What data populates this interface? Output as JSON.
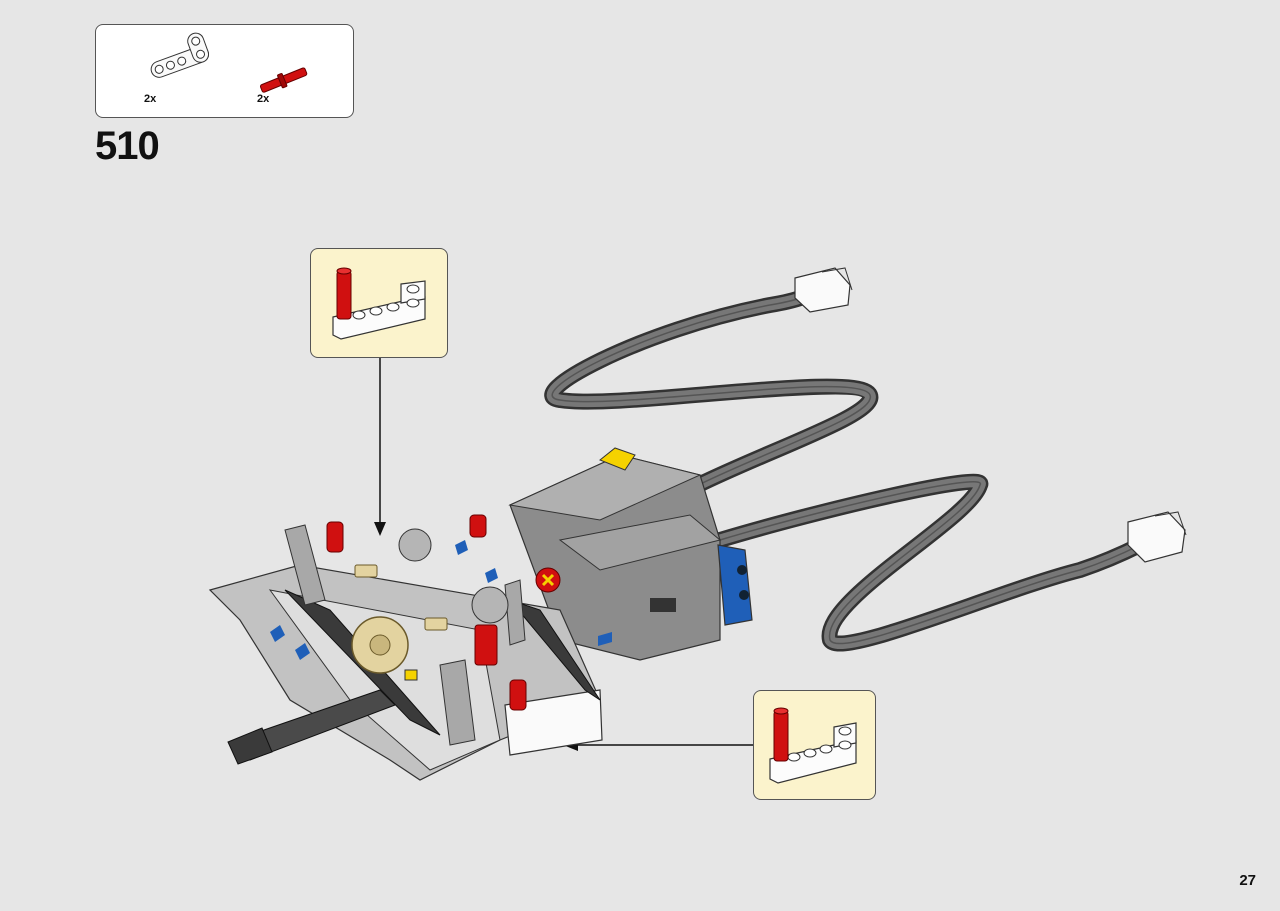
{
  "parts_list": {
    "items": [
      {
        "name": "white-l-liftarm-icon",
        "count": "2x"
      },
      {
        "name": "red-axle-pin-icon",
        "count": "2x"
      }
    ]
  },
  "step": {
    "number": "510"
  },
  "callouts": [
    {
      "name": "callout-pin-liftarm-icon"
    },
    {
      "name": "callout-pin-liftarm-icon"
    }
  ],
  "page": {
    "number": "27"
  },
  "colors": {
    "background": "#e6e6e6",
    "callout_bg": "#fbf3cc",
    "red": "#d01010",
    "blue": "#1f5fb8",
    "yellow": "#f5d200",
    "tan": "#e3d3a0",
    "gray": "#8c8c8c",
    "dark_gray": "#4a4a4a"
  }
}
